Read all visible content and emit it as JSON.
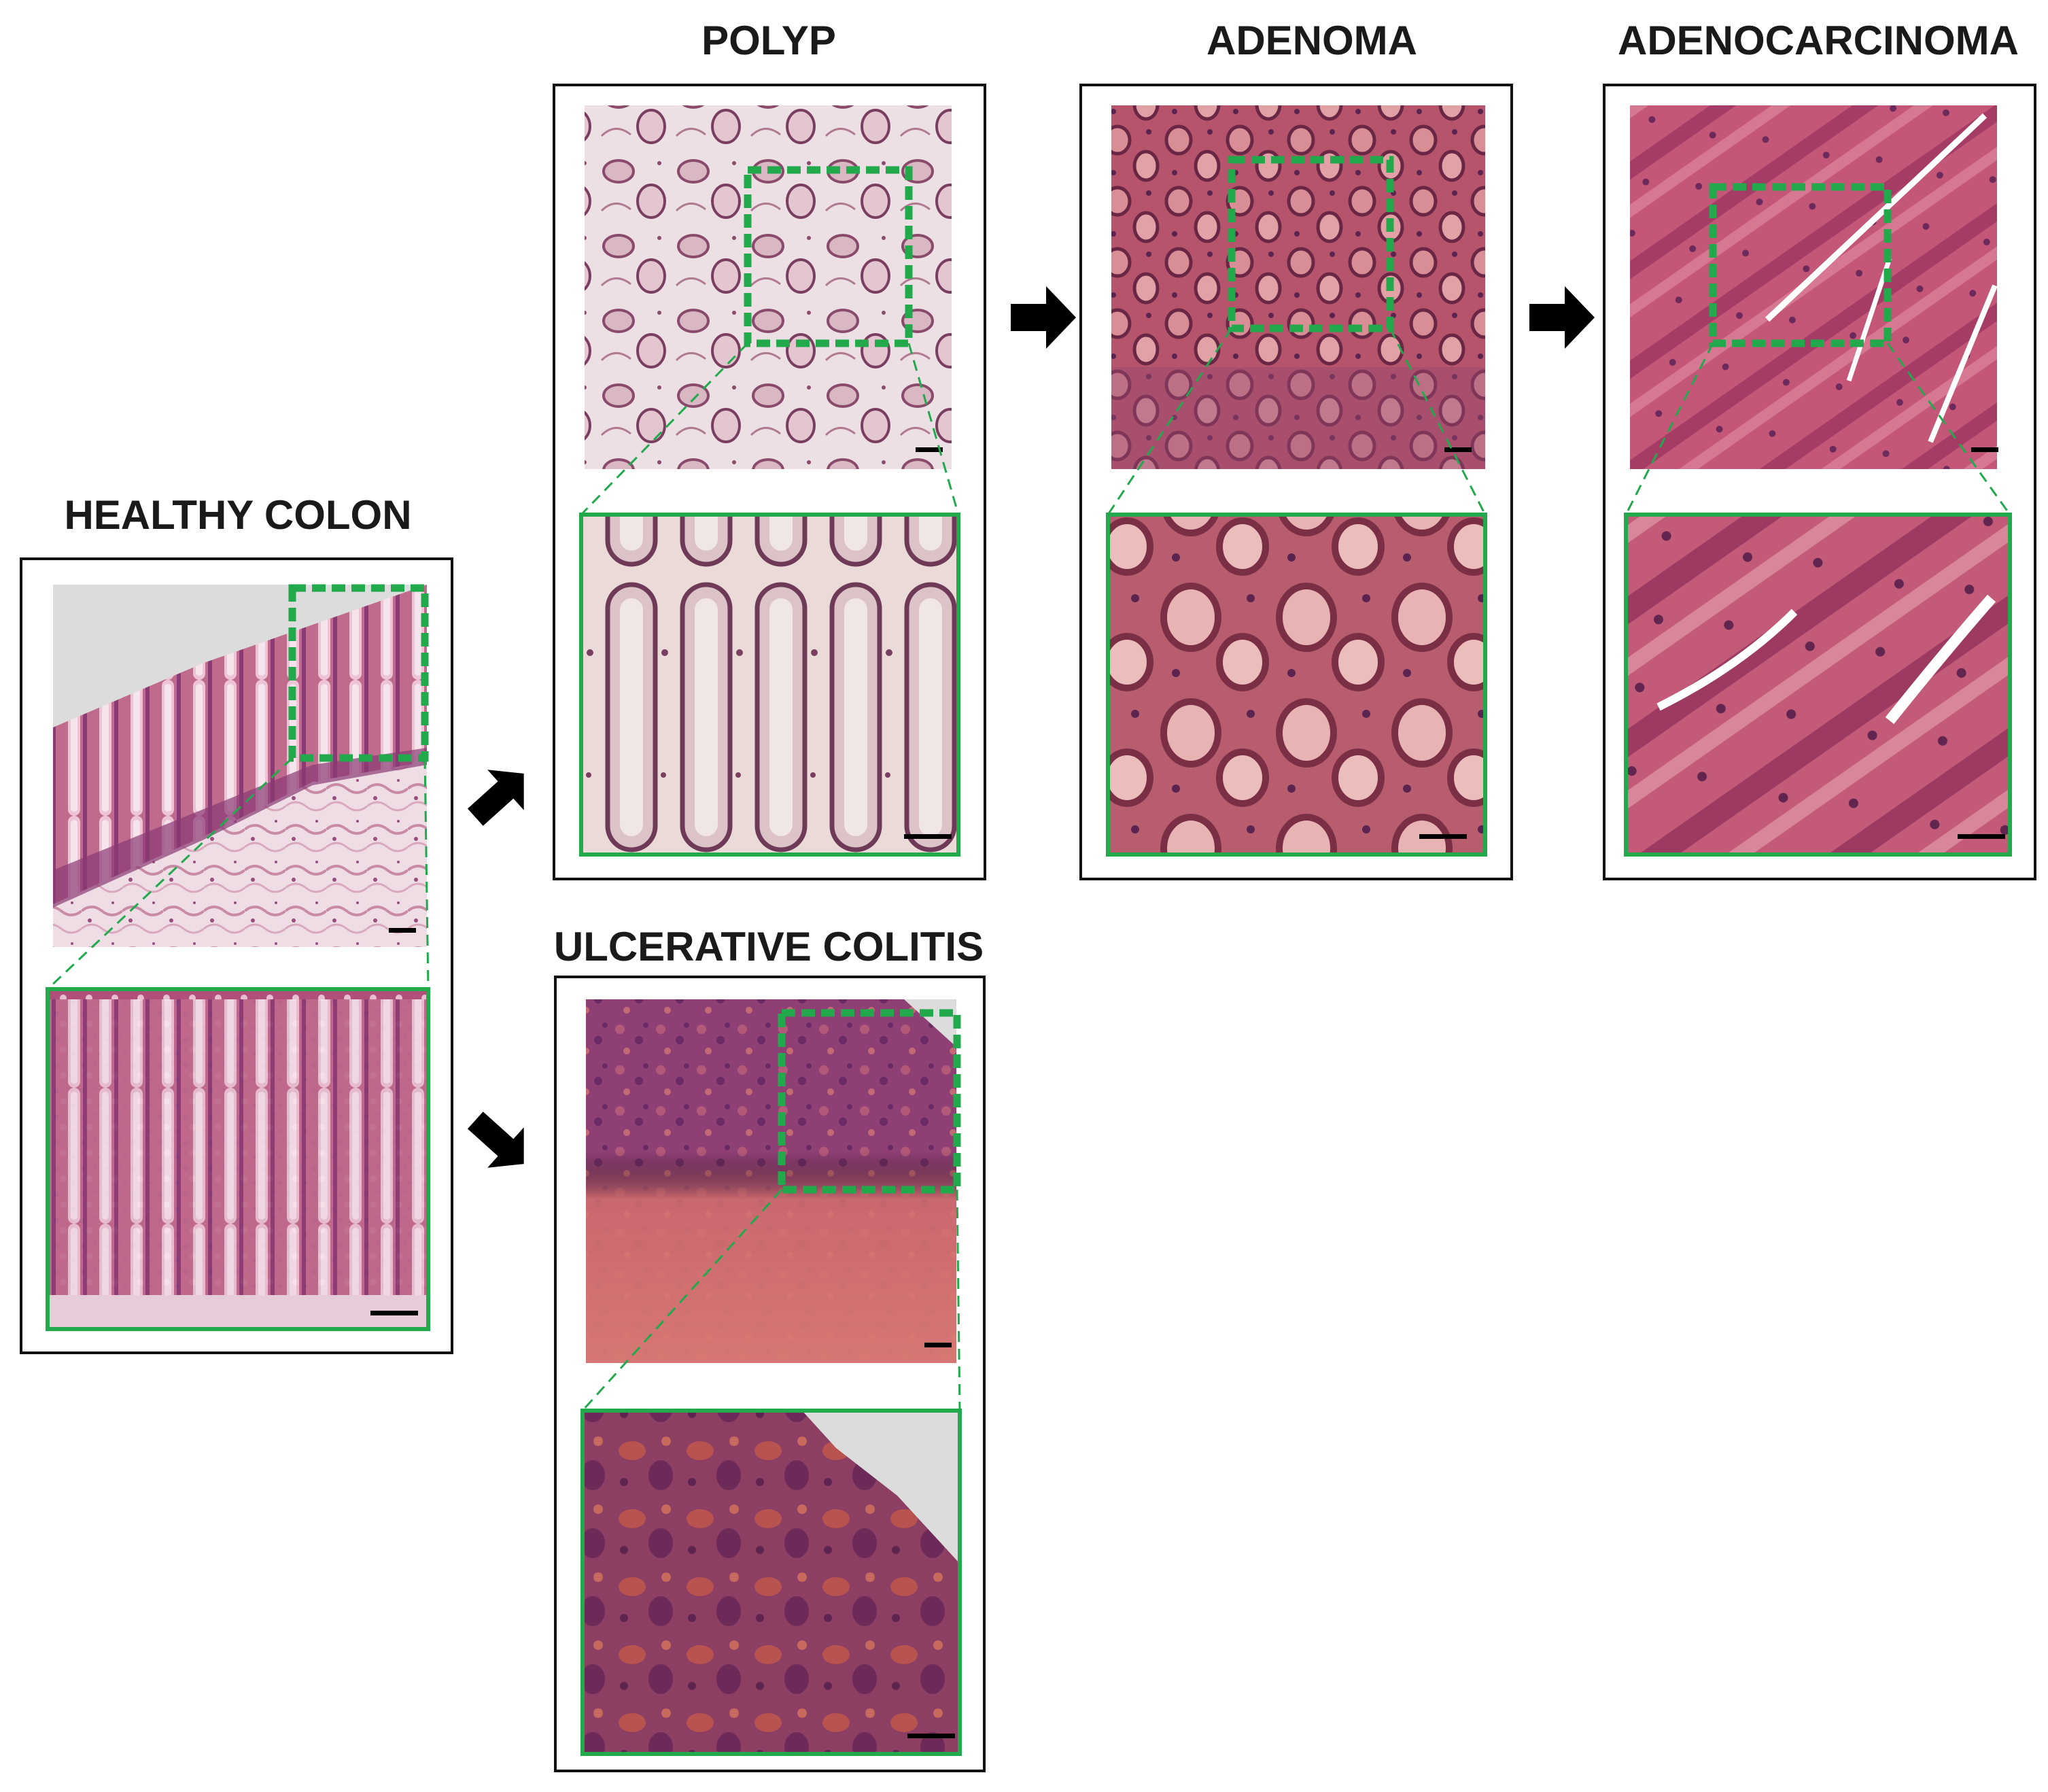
{
  "figure": {
    "colors": {
      "frame": "#111111",
      "highlight": "#21a94b",
      "arrow": "#000000",
      "scale_bar": "#000000",
      "tissue_pink": "#c9607e",
      "tissue_purple": "#7b3570",
      "tissue_light": "#e9d3dc",
      "background_grey": "#dcdcdc"
    },
    "panels": [
      {
        "id": "healthy",
        "label": "HEALTHY COLON"
      },
      {
        "id": "polyp",
        "label": "POLYP"
      },
      {
        "id": "adenoma",
        "label": "ADENOMA"
      },
      {
        "id": "adenocarcinoma",
        "label": "ADENOCARCINOMA"
      },
      {
        "id": "colitis",
        "label": "ULCERATIVE COLITIS"
      }
    ]
  }
}
